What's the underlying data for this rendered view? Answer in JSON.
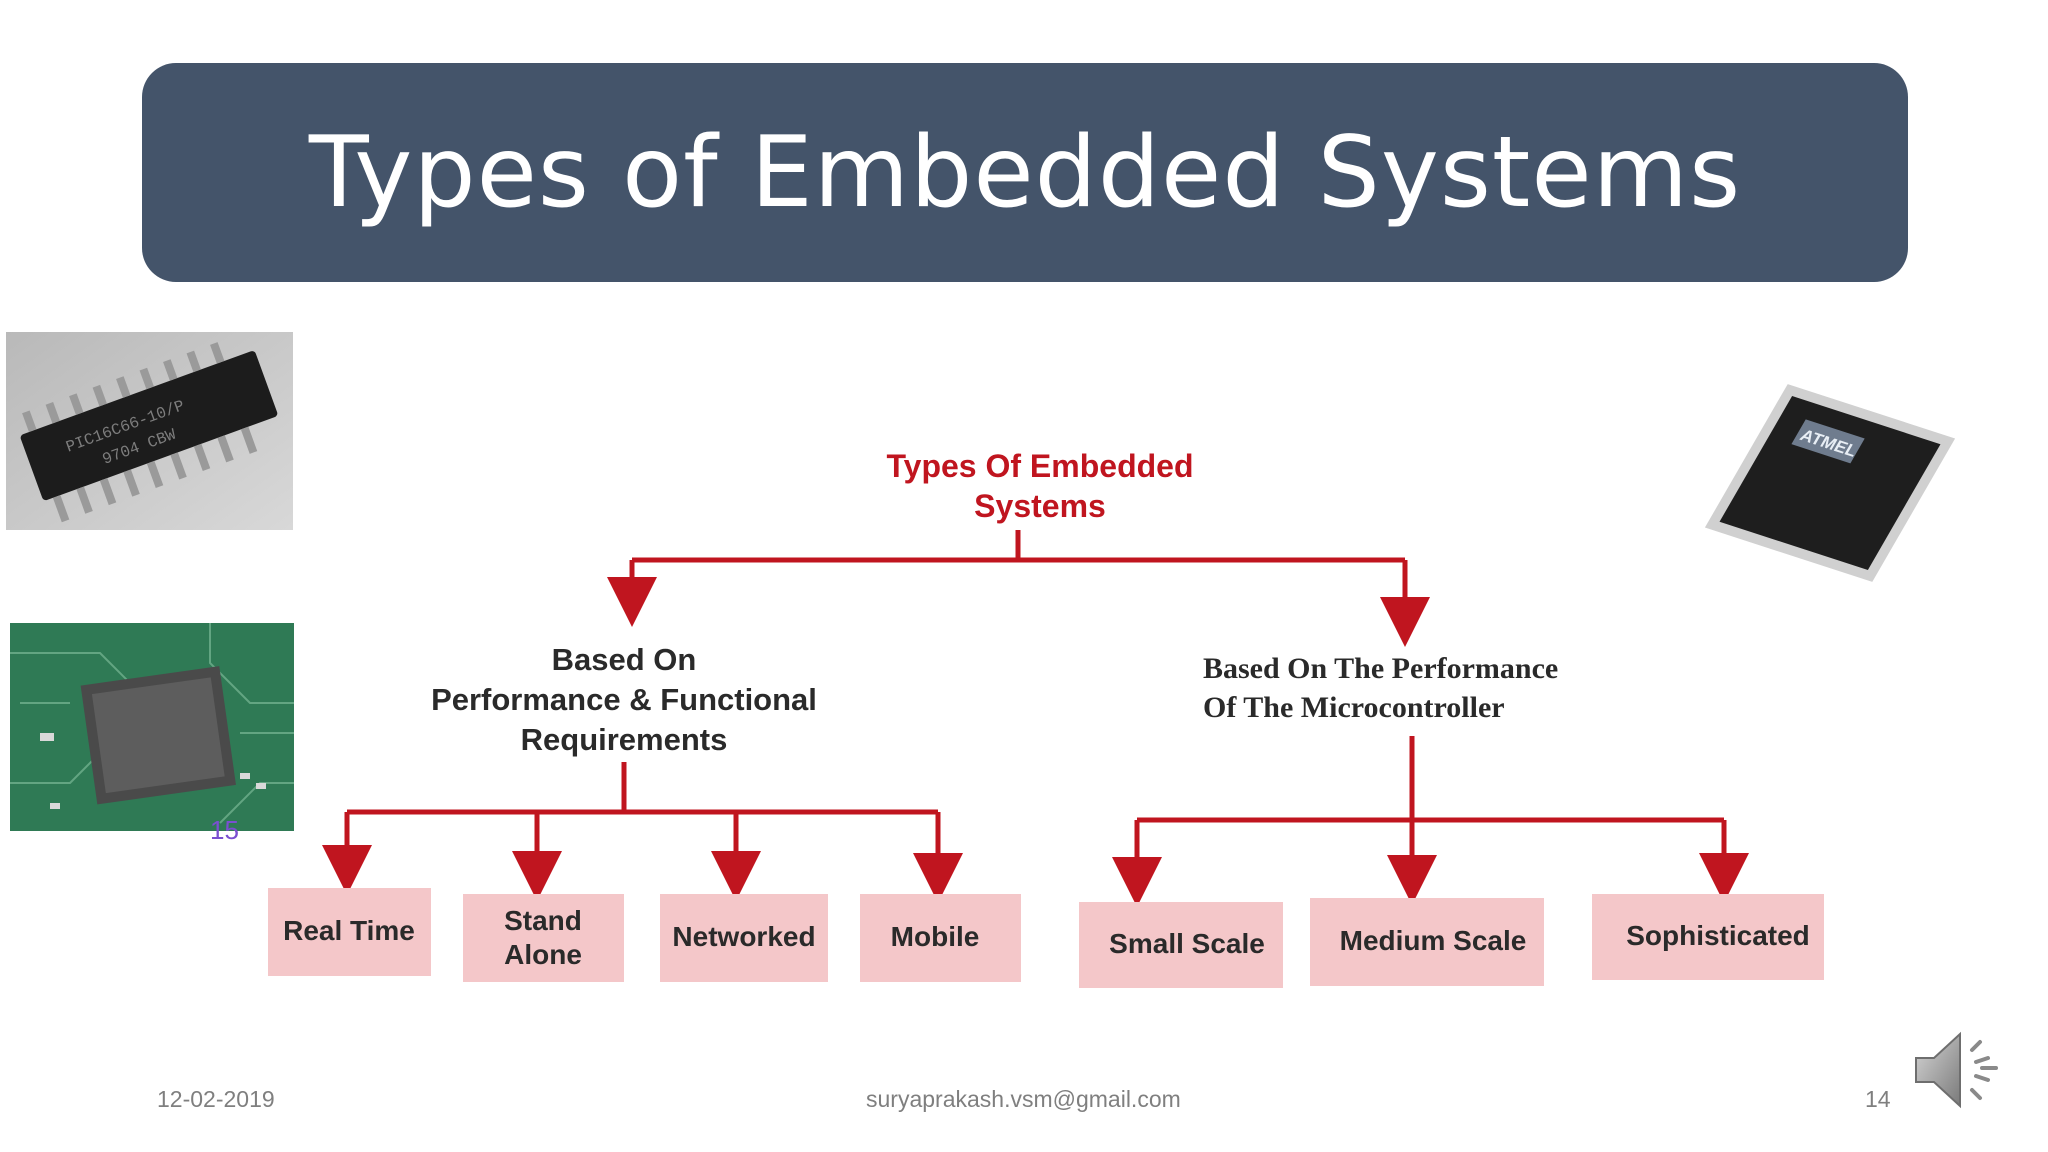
{
  "slide": {
    "title": "Types of Embedded Systems",
    "footer": {
      "date": "12-02-2019",
      "email": "suryaprakash.vsm@gmail.com",
      "page": "14"
    },
    "stray_mark": "15"
  },
  "diagram": {
    "root": [
      "Types Of Embedded",
      "Systems"
    ],
    "branch_left": [
      "Based On",
      "Performance & Functional",
      "Requirements"
    ],
    "branch_right": [
      "Based On The Performance",
      "Of The Microcontroller"
    ],
    "leaves_left": [
      {
        "lines": [
          "Real Time"
        ]
      },
      {
        "lines": [
          "Stand",
          "Alone"
        ]
      },
      {
        "lines": [
          "Networked"
        ]
      },
      {
        "lines": [
          "Mobile"
        ]
      }
    ],
    "leaves_right": [
      {
        "lines": [
          "Small Scale"
        ]
      },
      {
        "lines": [
          "Medium Scale"
        ]
      },
      {
        "lines": [
          "Sophisticated"
        ]
      }
    ]
  },
  "photos": {
    "chip_marking": [
      "PIC16C66-10/P",
      "9704 CBW"
    ],
    "qfp_logo": "ATMEL"
  },
  "colors": {
    "title_bar": "#44546a",
    "arrow": "#c0151f",
    "root_text": "#c0151f",
    "leaf_box": "#f4c7c9",
    "footer_text": "#7f7f7f"
  }
}
